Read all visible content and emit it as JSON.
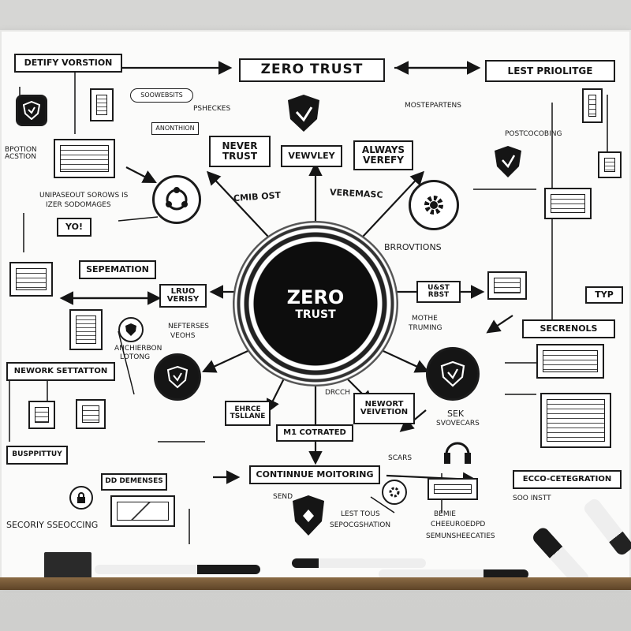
{
  "title_box": "ZERO TRUST",
  "center": {
    "line1": "ZERO",
    "line2": "TRUST"
  },
  "top_left_box": "DETIFY VORSTION",
  "top_right_box": "LEST PRIOLITGE",
  "never_trust": "NEVER TRUST",
  "vewvley": "VEWVLEY",
  "always_verefy": "ALWAYS VEREFY",
  "seperation": "SEPEMATION",
  "lruo_verisy": "LRUO VERISY",
  "nework_setation": "NEWORK SETTATTON",
  "secrenols": "SECRENOLS",
  "typ": "TYP",
  "m1_cotrated": "M1 COTRATED",
  "nework_veivetion": "NEWORT VEIVETION",
  "ehrce_tslane": "EHRCE TSLLANE",
  "continuous": "CONTINNUE MOITORING",
  "ecco": "ECCO-CETEGRATION",
  "ussp_rst": "U&ST RBST",
  "bruptiny": "BUSPPITTUY",
  "labels": {
    "bpotion": "BPOTION\nACSTION",
    "srcwebsite": "SOOWEBSITS",
    "unipas": "UNIPASEOUT SOROWS IS",
    "izer": "IZER SODOMAGES",
    "cmib_ost": "CMIB OST",
    "veremasc": "VEREMASC",
    "brrovtions": "BRROVTIONS",
    "nefterses": "NEFTERSES",
    "veohs": "VEOHS",
    "mothe": "MOTHE",
    "truming": "TRUMING",
    "sek": "SEK",
    "svovecars": "SVOVECARS",
    "dd_demenses": "DD DEMENSES",
    "security_sseocing": "SECORIY SSEOCCING",
    "lest_tous": "LEST TOUS",
    "sepocgshation": "SEPOCGSHATION",
    "seunge": "SEMUNSHEECATIES",
    "bemie": "BEMIE",
    "cheeuroedp": "CHEEUROEDPD",
    "soo_instt": "SOO INSTT",
    "drcch": "DRCCH",
    "scars": "SCARS",
    "rsenu": "SEND",
    "yo": "YO!",
    "mostepartens": "MOSTEPARTENS",
    "postcocoding": "POSTCOCOBING",
    "anchienbn": "ANCHIERBON",
    "lotong": "LOTONG",
    "anonthion": "ANONTHION",
    "psheckes": "PSHECKES"
  },
  "colors": {
    "ink": "#151515",
    "board": "#fbfbfa",
    "wall": "#d6d6d4",
    "tray": "#7a5a38"
  }
}
